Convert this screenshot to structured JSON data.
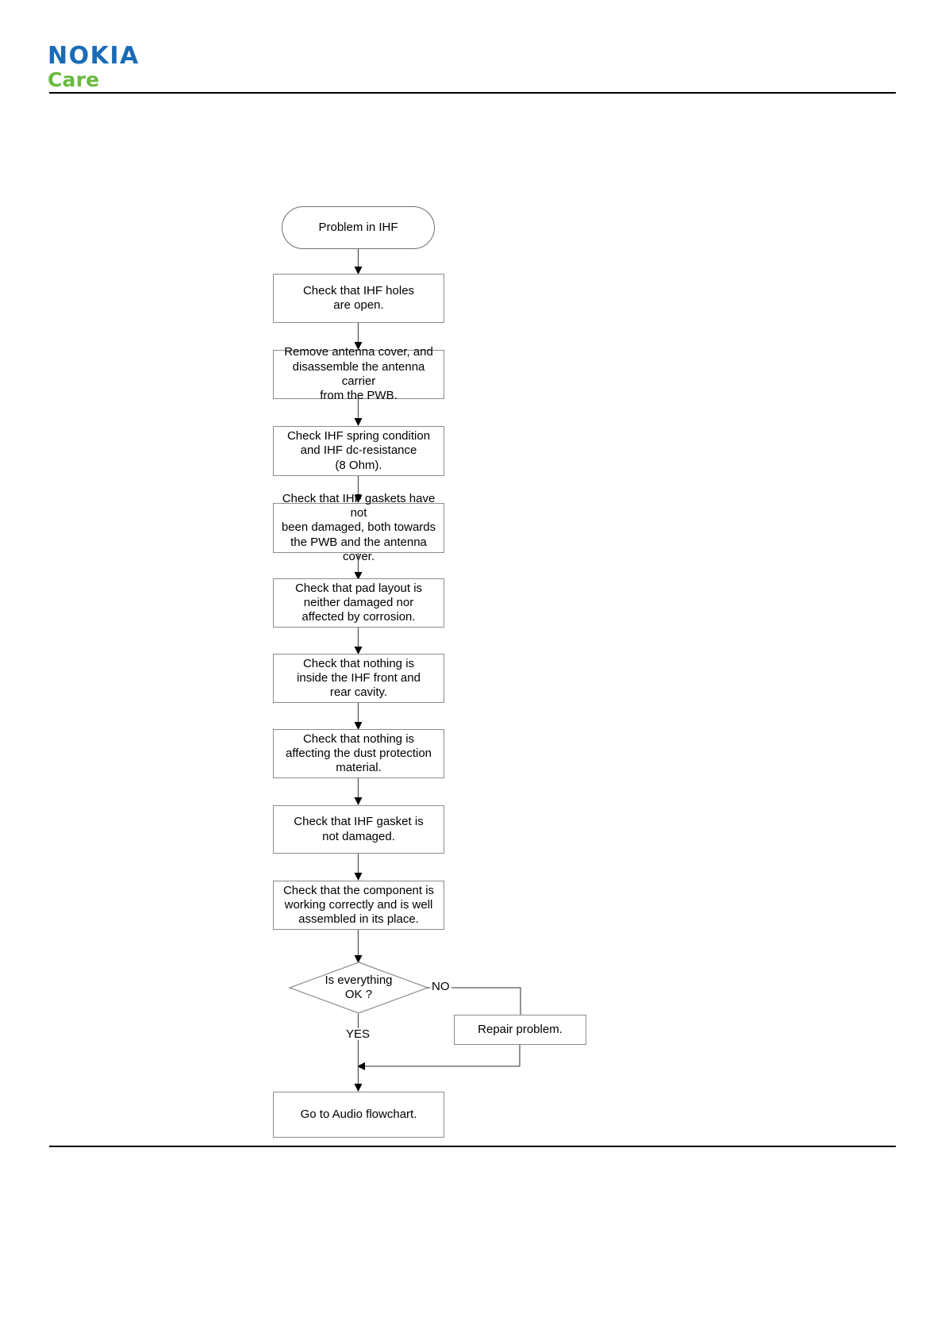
{
  "header": {
    "brand_primary": "NOKIA",
    "brand_secondary": "Care",
    "brand_primary_color": "#1a6bb5",
    "brand_secondary_color": "#6aba3f"
  },
  "flowchart": {
    "title": "Problem in IHF troubleshooting flowchart",
    "nodes": [
      {
        "id": "start",
        "type": "terminator",
        "label": "Problem in IHF"
      },
      {
        "id": "holes",
        "type": "process",
        "label": "Check that IHF holes\nare open."
      },
      {
        "id": "antenna",
        "type": "process",
        "label": "Remove antenna cover, and\ndisassemble the antenna carrier\nfrom the PWB."
      },
      {
        "id": "spring",
        "type": "process",
        "label": "Check IHF spring condition\nand IHF dc-resistance\n(8 Ohm)."
      },
      {
        "id": "gaskets",
        "type": "process",
        "label": "Check that IHF gaskets have not\nbeen damaged, both towards\nthe PWB and the antenna cover."
      },
      {
        "id": "pad",
        "type": "process",
        "label": "Check that pad layout is\nneither damaged nor\naffected by corrosion."
      },
      {
        "id": "cavity",
        "type": "process",
        "label": "Check that nothing is\ninside the IHF front and\nrear cavity."
      },
      {
        "id": "dust",
        "type": "process",
        "label": "Check  that nothing is\naffecting the dust protection\nmaterial."
      },
      {
        "id": "gasket",
        "type": "process",
        "label": "Check that IHF gasket is\nnot damaged."
      },
      {
        "id": "component",
        "type": "process",
        "label": "Check that the component is\nworking correctly and is well\nassembled in its place."
      },
      {
        "id": "decision",
        "type": "decision",
        "label": "Is everything\nOK ?"
      },
      {
        "id": "repair",
        "type": "process",
        "label": "Repair problem."
      },
      {
        "id": "end",
        "type": "process",
        "label": "Go to Audio flowchart."
      }
    ],
    "edge_labels": {
      "no": "NO",
      "yes": "YES"
    }
  }
}
